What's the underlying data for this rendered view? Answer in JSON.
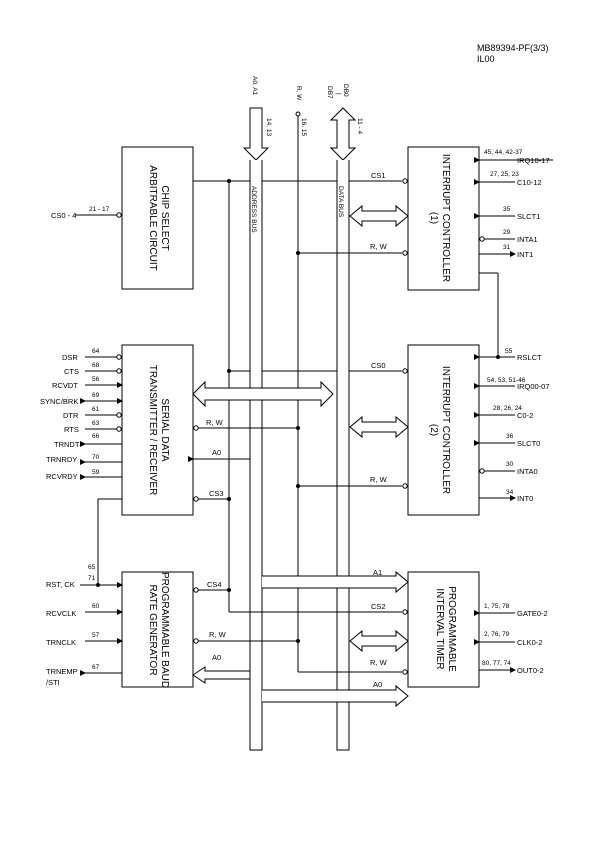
{
  "header": {
    "line1": "MB89394-PF(3/3)",
    "line2": "IL00"
  },
  "buses": {
    "address": {
      "pins_label": "A0, A1",
      "pin_numbers": "14, 13",
      "bus_label": "ADDRESS  BUS"
    },
    "rw": {
      "pins_label": "R, W",
      "pin_numbers": "16, 15"
    },
    "data": {
      "pins_label_top": "DB0",
      "pins_label_sep": "|",
      "pins_label_bottom": "DB7",
      "pin_numbers": "11 - 4",
      "bus_label": "DATA  BUS"
    }
  },
  "blocks": {
    "chip_select": {
      "line1": "CHIP SELECT",
      "line2": "ARBITRABLE  CIRCUIT"
    },
    "serial": {
      "line1": "SERIAL DATA",
      "line2": "TRANSMITTER / RECEIVER"
    },
    "baud": {
      "line1": "PROGRAMMABLE BAUD",
      "line2": "RATE  GENERATOR"
    },
    "ic1": {
      "line1": "INTERRUPT  CONTROLLER",
      "line2": "(1)"
    },
    "ic2": {
      "line1": "INTERRUPT  CONTROLLER",
      "line2": "(2)"
    },
    "timer": {
      "line1": "PROGRAMMABLE",
      "line2": "INTERVAL TIMER"
    }
  },
  "internal_signals": {
    "cs1": "CS1",
    "rw_ic1": "R, W",
    "cs0": "CS0",
    "rw_ic2": "R, W",
    "rw_serial": "R, W",
    "a0_serial": "A0",
    "cs3": "CS3",
    "cs4": "CS4",
    "rw_baud": "R, W",
    "a0_baud": "A0",
    "a1_timer": "A1",
    "cs2": "CS2",
    "rw_timer": "R, W",
    "a0_timer": "A0"
  },
  "chip_select_pins": [
    {
      "name": "CS0 - 4",
      "pin": "21 - 17"
    }
  ],
  "serial_pins": [
    {
      "name": "DSR",
      "pin": "64"
    },
    {
      "name": "CTS",
      "pin": "68"
    },
    {
      "name": "RCVDT",
      "pin": "56"
    },
    {
      "name": "SYNC/BRK",
      "pin": "69"
    },
    {
      "name": "DTR",
      "pin": "61"
    },
    {
      "name": "RTS",
      "pin": "63"
    },
    {
      "name": "TRNDT",
      "pin": "66"
    },
    {
      "name": "TRNRDY",
      "pin": "70"
    },
    {
      "name": "RCVRDY",
      "pin": "59"
    }
  ],
  "baud_pins": {
    "rst_ck": "RST, CK",
    "pin65": "65",
    "pin71": "71",
    "rcvclk": "RCVCLK",
    "pin60": "60",
    "trnclk": "TRNCLK",
    "pin57": "57",
    "trnemp_1": "TRNEMP",
    "trnemp_2": "/STI",
    "pin67": "67"
  },
  "ic1_pins": [
    {
      "name": "IRQ10-17",
      "pin": "45, 44, 42-37"
    },
    {
      "name": "C10-12",
      "pin": "27, 25, 23"
    },
    {
      "name": "SLCT1",
      "pin": "35"
    },
    {
      "name": "INTA1",
      "pin": "29"
    },
    {
      "name": "INT1",
      "pin": "31"
    }
  ],
  "rslct": {
    "name": "RSLCT",
    "pin": "55"
  },
  "ic2_pins": [
    {
      "name": "IRQ00-07",
      "pin": "54, 53, 51-46"
    },
    {
      "name": "C0-2",
      "pin": "28, 26, 24"
    },
    {
      "name": "SLCT0",
      "pin": "36"
    },
    {
      "name": "INTA0",
      "pin": "30"
    },
    {
      "name": "INT0",
      "pin": "34"
    }
  ],
  "timer_pins": [
    {
      "name": "GATE0-2",
      "pin": "1, 75, 78"
    },
    {
      "name": "CLK0-2",
      "pin": "2, 76, 79"
    },
    {
      "name": "OUT0-2",
      "pin": "80, 77, 74"
    }
  ]
}
